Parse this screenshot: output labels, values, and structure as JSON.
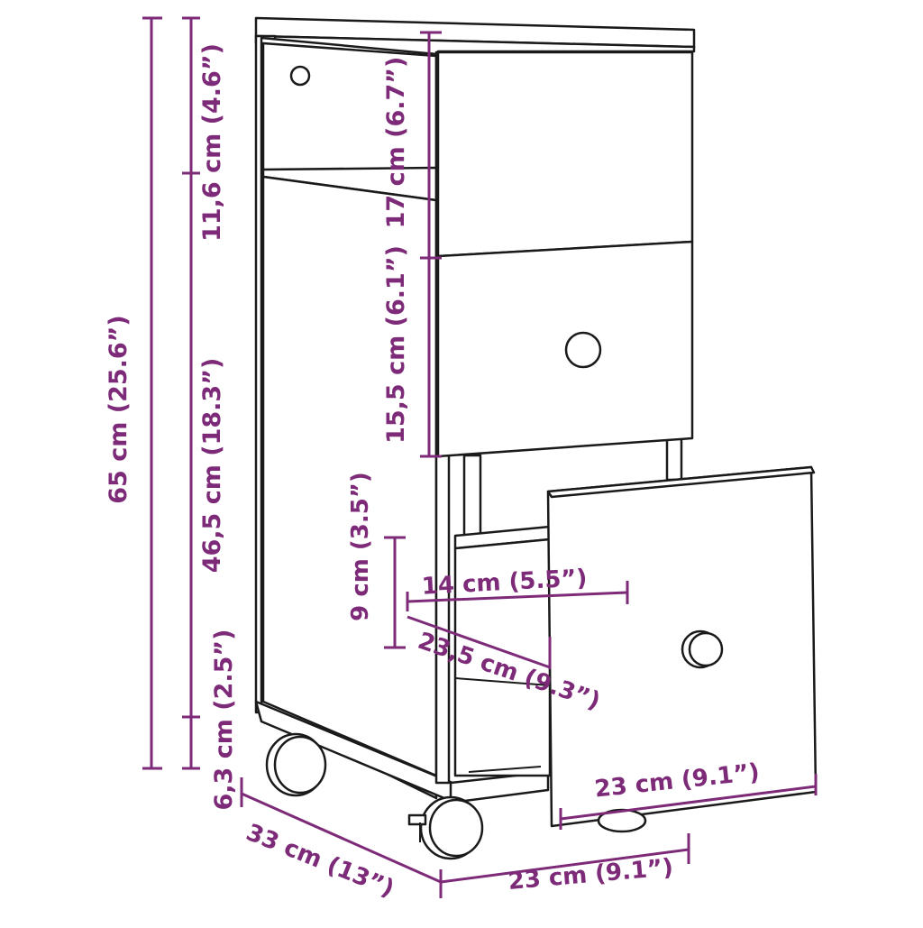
{
  "colors": {
    "dimension": "#7d2a78",
    "outline": "#1a1a1a",
    "background": "#ffffff"
  },
  "dimensions": {
    "total_height": "65 cm (25.6”)",
    "body_height": "46,5 cm (18.3”)",
    "top_shelf_height": "11,6 cm (4.6”)",
    "wheel_height": "6,3 cm (2.5”)",
    "top_drawer_height": "17 cm (6.7”)",
    "middle_drawer_height": "15,5 cm (6.1”)",
    "inner_drawer_height": "9 cm (3.5”)",
    "inner_drawer_width": "14 cm (5.5”)",
    "inner_drawer_depth": "23,5 cm (9.3”)",
    "drawer_front_width": "23 cm (9.1”)",
    "depth": "33 cm (13”)",
    "width": "23 cm (9.1”)"
  }
}
